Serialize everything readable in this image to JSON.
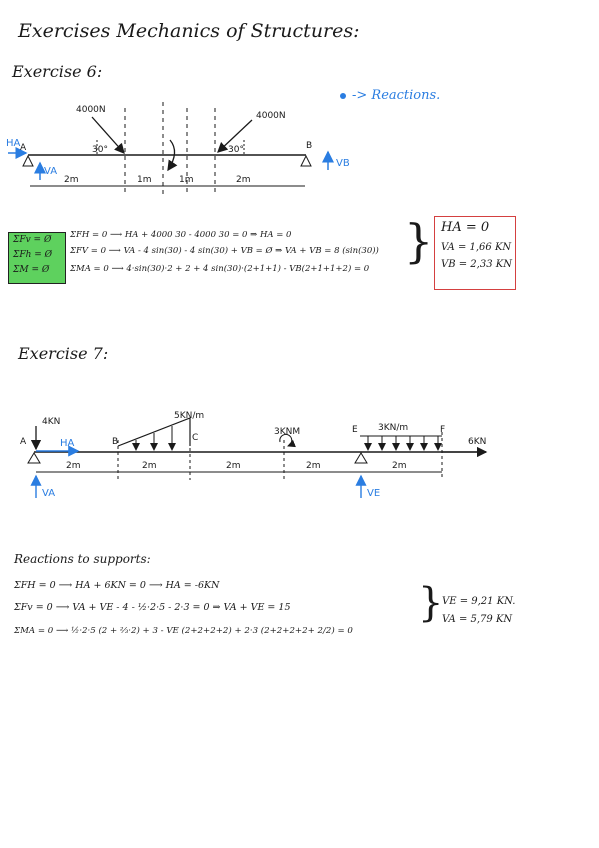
{
  "title": "Exercises Mechanics of Structures:",
  "exercise6": {
    "heading": "Exercise 6:",
    "legend": "-> Reactions.",
    "diagram": {
      "force_left": "4000N",
      "force_right": "4000N",
      "angle_left": "30°",
      "angle_right": "30°",
      "label_a": "A",
      "label_b": "B",
      "label_ha": "HA",
      "label_va": "VA",
      "label_vb": "VB",
      "dims": [
        "2m",
        "1m",
        "1m",
        "2m"
      ]
    },
    "conditions": [
      "ΣFv = Ø",
      "ΣFh = Ø",
      "ΣM = Ø"
    ],
    "equations": [
      "ΣFH = 0 ⟶ HA + 4000 30 - 4000 30 = 0  ⇒  HA = 0",
      "ΣFV = 0 ⟶ VA - 4 sin(30) - 4 sin(30) + VB = Ø ⇒ VA + VB = 8 (sin(30))",
      "ΣMA = 0 ⟶ 4·sin(30)·2 + 2 + 4 sin(30)·(2+1+1) - VB(2+1+1+2) = 0"
    ],
    "results": [
      "HA = 0",
      "VA = 1,66 KN",
      "VB = 2,33 KN"
    ]
  },
  "exercise7": {
    "heading": "Exercise 7:",
    "diagram": {
      "load_a": "4KN",
      "dist_load": "5KN/m",
      "moment": "3KNM",
      "uniform_load": "3KN/m",
      "end_force": "6KN",
      "labels": [
        "A",
        "B",
        "C",
        "E",
        "F"
      ],
      "label_ha": "HA",
      "label_va": "VA",
      "label_ve": "VE",
      "dims": [
        "2m",
        "2m",
        "2m",
        "2m",
        "2m"
      ]
    },
    "reactions_heading": "Reactions to supports:",
    "equations": [
      "ΣFH = 0  ⟶  HA + 6KN = 0 ⟶  HA = -6KN",
      "ΣFv = 0  ⟶  VA + VE - 4 - ½·2·5 - 2·3 = 0  ⇒  VA + VE = 15",
      "ΣMA = 0 ⟶ ½·2·5 (2 + ⅔·2) + 3 - VE (2+2+2+2) + 2·3 (2+2+2+2+ 2/2) = 0"
    ],
    "results": [
      "VE = 9,21 KN.",
      "VA = 5,79 KN"
    ]
  }
}
